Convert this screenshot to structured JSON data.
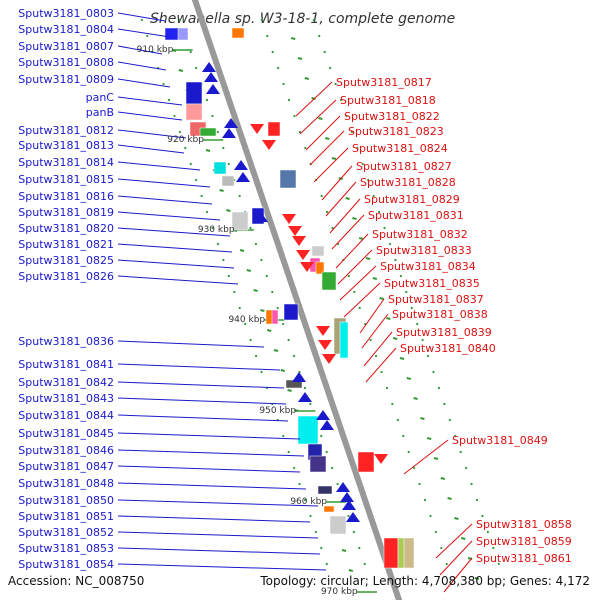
{
  "title": "Shewanella sp. W3-18-1, complete genome",
  "accession_text": "Accession: NC_008750",
  "topology_text": "Topology: circular; Length: 4,708,380 bp; Genes: 4,172",
  "colors": {
    "left_label": "#1a1acc",
    "right_label": "#dd1111",
    "backbone": "#999999",
    "tick": "#339933"
  },
  "kbp_ticks": [
    "910 kbp",
    "920 kbp",
    "930 kbp",
    "940 kbp",
    "950 kbp",
    "960 kbp",
    "970 kbp"
  ],
  "left_labels": [
    "Sputw3181_0803",
    "Sputw3181_0804",
    "Sputw3181_0807",
    "Sputw3181_0808",
    "Sputw3181_0809",
    "panC",
    "panB",
    "Sputw3181_0812",
    "Sputw3181_0813",
    "Sputw3181_0814",
    "Sputw3181_0815",
    "Sputw3181_0816",
    "Sputw3181_0819",
    "Sputw3181_0820",
    "Sputw3181_0821",
    "Sputw3181_0825",
    "Sputw3181_0826",
    "Sputw3181_0836",
    "Sputw3181_0841",
    "Sputw3181_0842",
    "Sputw3181_0843",
    "Sputw3181_0844",
    "Sputw3181_0845",
    "Sputw3181_0846",
    "Sputw3181_0847",
    "Sputw3181_0848",
    "Sputw3181_0850",
    "Sputw3181_0851",
    "Sputw3181_0852",
    "Sputw3181_0853",
    "Sputw3181_0854"
  ],
  "right_labels": [
    "Sputw3181_0817",
    "Sputw3181_0818",
    "Sputw3181_0822",
    "Sputw3181_0823",
    "Sputw3181_0824",
    "Sputw3181_0827",
    "Sputw3181_0828",
    "Sputw3181_0829",
    "Sputw3181_0831",
    "Sputw3181_0832",
    "Sputw3181_0833",
    "Sputw3181_0834",
    "Sputw3181_0835",
    "Sputw3181_0837",
    "Sputw3181_0838",
    "Sputw3181_0839",
    "Sputw3181_0840",
    "Sputw3181_0849",
    "Sputw3181_0858",
    "Sputw3181_0859",
    "Sputw3181_0861"
  ]
}
